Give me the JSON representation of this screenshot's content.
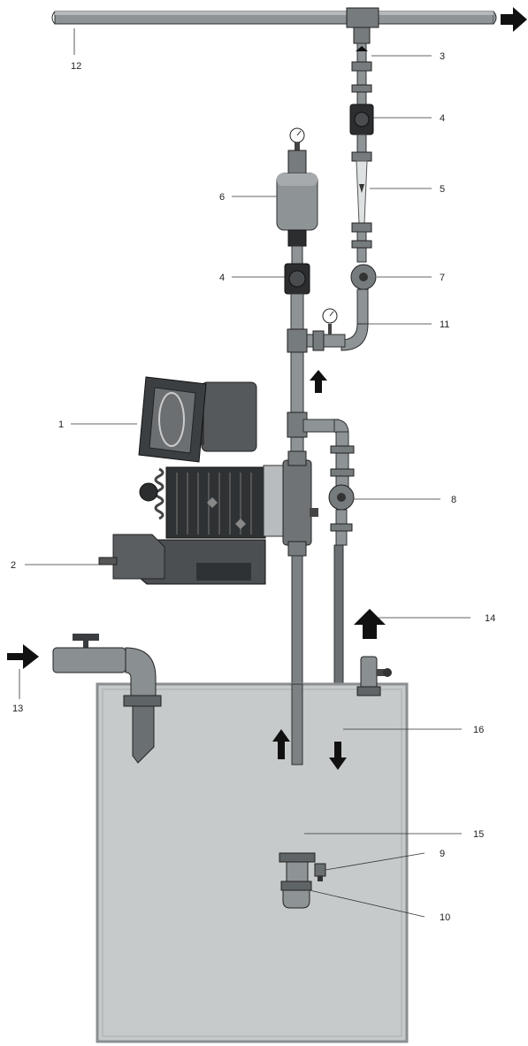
{
  "labels": {
    "l1": "1",
    "l2": "2",
    "l3": "3",
    "l4a": "4",
    "l4b": "4",
    "l5": "5",
    "l6": "6",
    "l7": "7",
    "l8": "8",
    "l9": "9",
    "l10": "10",
    "l11": "11",
    "l12": "12",
    "l13": "13",
    "l14": "14",
    "l15": "15",
    "l16": "16"
  },
  "colors": {
    "tank_fill": "#c7cacb",
    "tank_border": "#8b8f91",
    "pipe_gray": "#8e9396",
    "pump_dark": "#2b2d2f",
    "arrow": "#111111"
  }
}
